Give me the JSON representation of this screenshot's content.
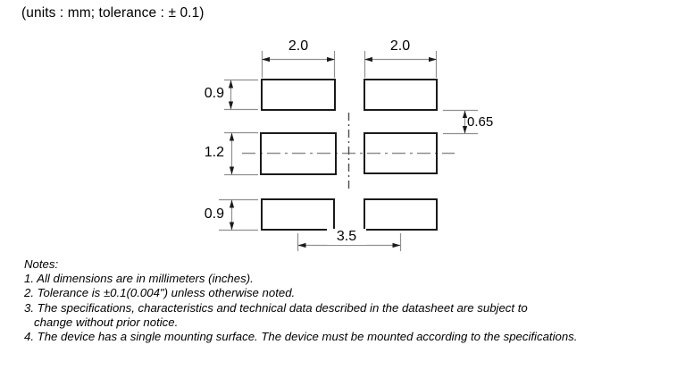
{
  "header": {
    "title": "(units : mm; tolerance : ± 0.1)"
  },
  "drawing": {
    "units": "mm",
    "tolerance": "± 0.1",
    "dim_labels": {
      "top_left_width": "2.0",
      "top_right_width": "2.0",
      "top_row_height": "0.9",
      "middle_row_height": "1.2",
      "bottom_row_height": "0.9",
      "row_gap": "0.65",
      "column_pitch": "3.5"
    },
    "colors": {
      "pad_outline": "#1a1a1a",
      "dimension_line": "#8f8f8f",
      "centerline": "#4d4d4d",
      "arrow": "#1a1a1a",
      "text": "#000000",
      "background": "#ffffff"
    }
  },
  "notes": {
    "lines": [
      "Notes:",
      "1. All dimensions are in millimeters (inches).",
      "2. Tolerance is ±0.1(0.004\") unless otherwise noted.",
      "3. The specifications, characteristics and technical data described in the datasheet are subject to",
      "change without prior notice.",
      "4. The device has a single mounting surface. The device must be mounted according to the specifications."
    ]
  }
}
